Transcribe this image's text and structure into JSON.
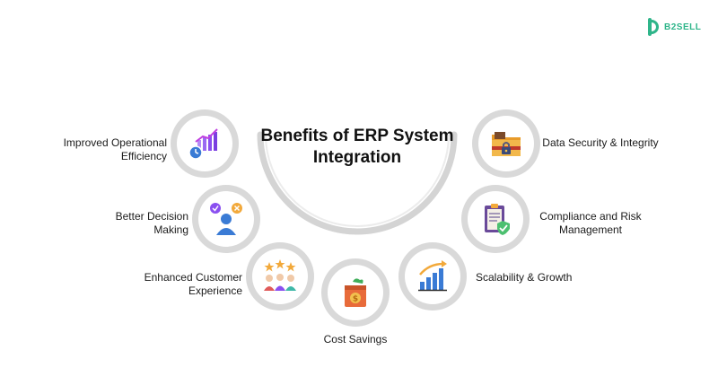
{
  "brand": {
    "name": "B2SELL"
  },
  "title": "Benefits of ERP System Integration",
  "benefits": [
    {
      "label": "Improved Operational Efficiency",
      "icon": "efficiency-chart-clock-icon"
    },
    {
      "label": "Better Decision Making",
      "icon": "decision-person-icon"
    },
    {
      "label": "Enhanced Customer Experience",
      "icon": "customers-stars-icon"
    },
    {
      "label": "Cost Savings",
      "icon": "money-box-icon"
    },
    {
      "label": "Scalability & Growth",
      "icon": "growth-bar-chart-icon"
    },
    {
      "label": "Compliance and Risk Management",
      "icon": "clipboard-check-icon"
    },
    {
      "label": "Data Security & Integrity",
      "icon": "secure-folder-lock-icon"
    }
  ],
  "colors": {
    "ring": "#d9d9d9",
    "accent": "#2fb58a",
    "purple": "#8a4ff0",
    "blue": "#3a7bd5"
  }
}
